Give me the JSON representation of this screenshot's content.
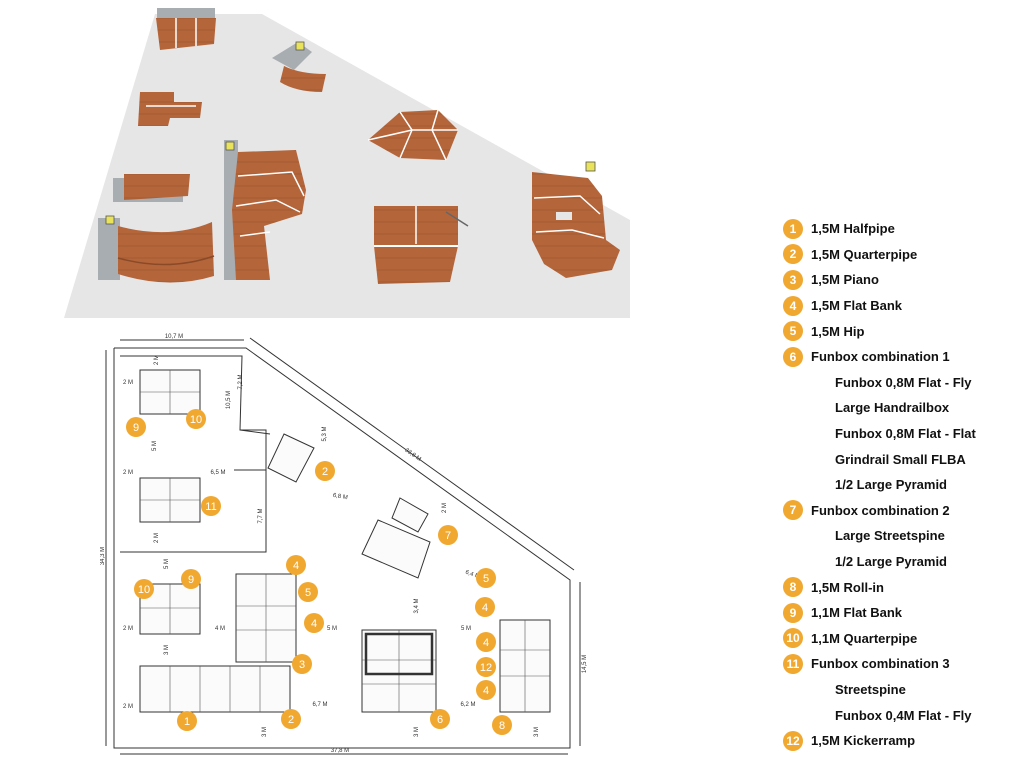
{
  "plan": {
    "dims": {
      "top_width": "10,7 M",
      "left_height": "34,3 M",
      "bottom_width": "37,8 M",
      "right_height": "14,5 M",
      "diagonal": "33,8 M",
      "d_2m_a": "2 M",
      "d_2m_b": "2 M",
      "d_2m_c": "2 M",
      "d_2m_d": "2 M",
      "d_2m_e": "2 M",
      "d_2m_f": "2 M",
      "d_10_5": "10,5 M",
      "d_7_2": "7,2 M",
      "d_6_5": "6,5 M",
      "d_5_3": "5,3 M",
      "d_6_8": "6,8 M",
      "d_7_7": "7,7 M",
      "d_2m_g": "2 M",
      "d_6_4": "6,4 M",
      "d_5m_a": "5 M",
      "d_5m_b": "5 M",
      "d_4m": "4 M",
      "d_5m_c": "5 M",
      "d_3_4": "3,4 M",
      "d_5m_d": "5 M",
      "d_3m_a": "3 M",
      "d_6_7": "6,7 M",
      "d_6_2": "6,2 M",
      "d_3m_b": "3 M",
      "d_3m_c": "3 M",
      "d_3m_d": "3 M"
    },
    "markers": [
      "9",
      "10",
      "2",
      "11",
      "7",
      "4",
      "5",
      "10",
      "9",
      "4",
      "5",
      "4",
      "4",
      "3",
      "12",
      "4",
      "1",
      "2",
      "6",
      "8"
    ]
  },
  "legend": [
    {
      "num": "1",
      "label": "1,5M Halfpipe",
      "subs": []
    },
    {
      "num": "2",
      "label": "1,5M Quarterpipe",
      "subs": []
    },
    {
      "num": "3",
      "label": "1,5M Piano",
      "subs": []
    },
    {
      "num": "4",
      "label": "1,5M Flat Bank",
      "subs": []
    },
    {
      "num": "5",
      "label": "1,5M Hip",
      "subs": []
    },
    {
      "num": "6",
      "label": "Funbox combination 1",
      "subs": [
        "Funbox 0,8M Flat - Fly",
        "Large Handrailbox",
        "Funbox 0,8M Flat - Flat",
        "Grindrail Small FLBA",
        "1/2 Large Pyramid"
      ]
    },
    {
      "num": "7",
      "label": "Funbox combination 2",
      "subs": [
        "Large Streetspine",
        "1/2 Large Pyramid"
      ]
    },
    {
      "num": "8",
      "label": "1,5M Roll-in",
      "subs": []
    },
    {
      "num": "9",
      "label": "1,1M Flat Bank",
      "subs": []
    },
    {
      "num": "10",
      "label": "1,1M Quarterpipe",
      "subs": []
    },
    {
      "num": "11",
      "label": "Funbox combination 3",
      "subs": [
        "Streetspine",
        "Funbox 0,4M Flat - Fly"
      ]
    },
    {
      "num": "12",
      "label": "1,5M Kickerramp",
      "subs": []
    }
  ],
  "colors": {
    "accent": "#f0a830",
    "wood": "#b5653a",
    "wood_dark": "#8a4a28",
    "concrete": "#e6e6e6",
    "steel": "#a8adb2"
  }
}
